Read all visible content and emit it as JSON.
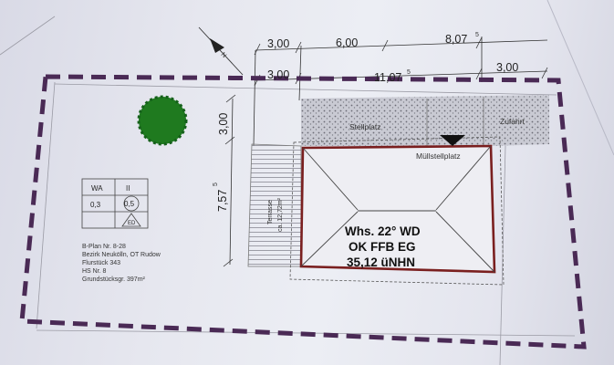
{
  "dimensions": {
    "top_row": [
      "3,00",
      "6,00",
      "8,07",
      "5"
    ],
    "second_row": [
      "3,00",
      "11,07",
      "5",
      "3,00"
    ],
    "left_upper": "3,00",
    "left_lower": [
      "7,57",
      "5"
    ]
  },
  "areas": {
    "parking": "Stellplatz",
    "driveway": "Zufahrt",
    "waste": "Müllstellplatz",
    "terrace": "Terrasse",
    "terrace_size": "ca. 12,72m²"
  },
  "house": {
    "line1": "Whs. 22° WD",
    "line2": "OK FFB EG",
    "line3": "35,12 üNHN"
  },
  "zoning_table": {
    "wa": "WA",
    "ii": "II",
    "grz": "0,3",
    "gfz": "0,5",
    "ed": "ED"
  },
  "plan_info": [
    "B-Plan Nr. 8-28",
    "Bezirk Neukölln, OT Rudow",
    "Flurstück 343",
    "HS Nr. 8",
    "Grundstücksgr. 397m²"
  ],
  "colors": {
    "boundary": "#4a2a55",
    "house_outline": "#7a1f1f",
    "tree": "#1f7a1f"
  }
}
